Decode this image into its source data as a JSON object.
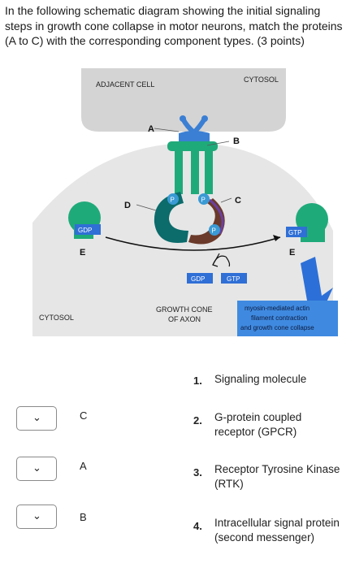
{
  "question": "In the following schematic diagram showing the initial signaling steps in growth cone collapse in motor neurons, match the proteins (A to C) with the corresponding component types. (3 points)",
  "diagram": {
    "adjacent_cell": "ADJACENT CELL",
    "cytosol_top": "CYTOSOL",
    "cytosol_left": "CYTOSOL",
    "growth_cone_line1": "GROWTH CONE",
    "growth_cone_line2": "OF AXON",
    "label_a": "A",
    "label_b": "B",
    "label_c": "C",
    "label_d": "D",
    "label_e_left": "E",
    "label_e_right": "E",
    "gdp_left": "GDP",
    "gtp_right": "GTP",
    "gdp_center": "GDP",
    "gtp_center": "GTP",
    "phospho": "P",
    "myosin_line1": "myosin-mediated actin",
    "myosin_line2": "filament contraction",
    "myosin_line3": "and growth cone collapse",
    "colors": {
      "adjacent_cell": "#d4d4d4",
      "growth_cone": "#e8e8e8",
      "ligand_blue": "#3a7fd4",
      "receptor_green": "#1faa7a",
      "dark_teal": "#0c6b6b",
      "brown": "#6b3a2a",
      "purple": "#6a3fa0",
      "arrow_blue": "#2c6fd8",
      "label_box": "#2f6fd6"
    }
  },
  "matches": [
    {
      "selected": "C"
    },
    {
      "selected": "A"
    },
    {
      "selected": "B"
    }
  ],
  "options": [
    {
      "num": "1.",
      "text": "Signaling molecule"
    },
    {
      "num": "2.",
      "text": "G-protein coupled receptor (GPCR)"
    },
    {
      "num": "3.",
      "text": "Receptor Tyrosine Kinase (RTK)"
    },
    {
      "num": "4.",
      "text": "Intracellular signal protein (second messenger)"
    }
  ]
}
